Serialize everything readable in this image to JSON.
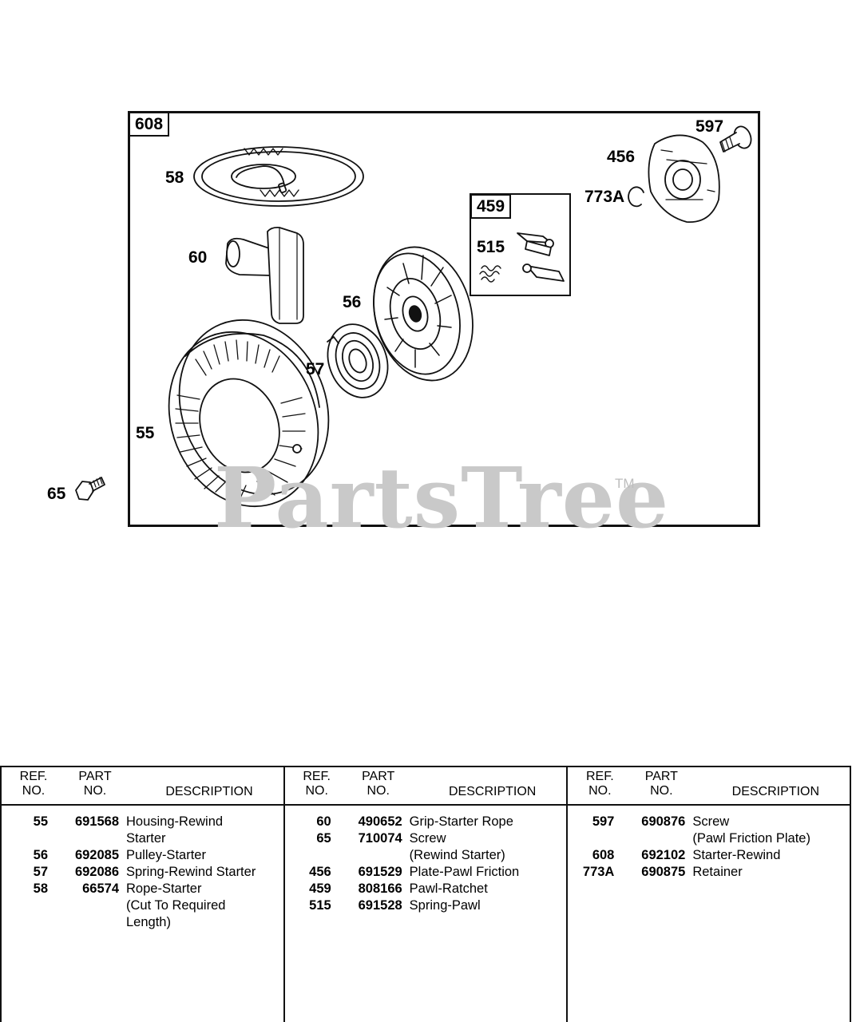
{
  "diagram": {
    "assembly_label": "608",
    "subassembly_label": "459",
    "callouts": [
      {
        "id": "58",
        "text": "58"
      },
      {
        "id": "60",
        "text": "60"
      },
      {
        "id": "56",
        "text": "56"
      },
      {
        "id": "57",
        "text": "57"
      },
      {
        "id": "55",
        "text": "55"
      },
      {
        "id": "65",
        "text": "65"
      },
      {
        "id": "515",
        "text": "515"
      },
      {
        "id": "597",
        "text": "597"
      },
      {
        "id": "456",
        "text": "456"
      },
      {
        "id": "773A",
        "text": "773A"
      }
    ],
    "watermark": "PartsTree",
    "watermark_tm": "TM"
  },
  "table": {
    "headers": {
      "ref_line1": "REF.",
      "ref_line2": "NO.",
      "part_line1": "PART",
      "part_line2": "NO.",
      "description": "DESCRIPTION"
    },
    "columns": [
      [
        {
          "ref": "55",
          "part": "691568",
          "desc": "Housing-Rewind\nStarter"
        },
        {
          "ref": "56",
          "part": "692085",
          "desc": "Pulley-Starter"
        },
        {
          "ref": "57",
          "part": "692086",
          "desc": "Spring-Rewind Starter"
        },
        {
          "ref": "58",
          "part": "66574",
          "desc": "Rope-Starter\n(Cut To Required\nLength)"
        }
      ],
      [
        {
          "ref": "60",
          "part": "490652",
          "desc": "Grip-Starter Rope"
        },
        {
          "ref": "65",
          "part": "710074",
          "desc": "Screw\n(Rewind Starter)"
        },
        {
          "ref": "456",
          "part": "691529",
          "desc": "Plate-Pawl Friction"
        },
        {
          "ref": "459",
          "part": "808166",
          "desc": "Pawl-Ratchet"
        },
        {
          "ref": "515",
          "part": "691528",
          "desc": "Spring-Pawl"
        }
      ],
      [
        {
          "ref": "597",
          "part": "690876",
          "desc": "Screw\n(Pawl Friction Plate)"
        },
        {
          "ref": "608",
          "part": "692102",
          "desc": "Starter-Rewind"
        },
        {
          "ref": "773A",
          "part": "690875",
          "desc": "Retainer"
        }
      ]
    ]
  }
}
